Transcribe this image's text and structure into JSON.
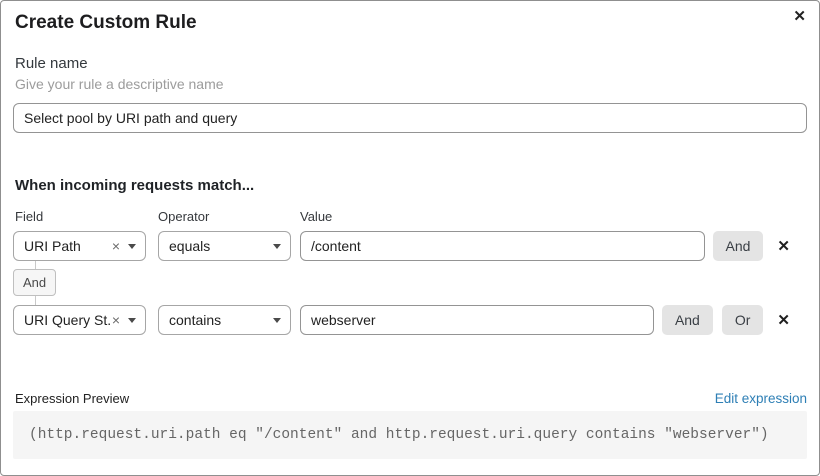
{
  "dialog": {
    "title": "Create Custom Rule"
  },
  "icons": {
    "close": "✕",
    "remove_row": "✕",
    "clear_selection": "×"
  },
  "rule_name": {
    "label": "Rule name",
    "helper": "Give your rule a descriptive name",
    "value": "Select pool by URI path and query"
  },
  "matcher": {
    "heading": "When incoming requests match...",
    "columns": {
      "field": "Field",
      "operator": "Operator",
      "value": "Value"
    },
    "connector": "And",
    "rows": [
      {
        "field": "URI Path",
        "operator": "equals",
        "value": "/content",
        "and_label": "And"
      },
      {
        "field": "URI Query St...",
        "operator": "contains",
        "value": "webserver",
        "and_label": "And",
        "or_label": "Or"
      }
    ]
  },
  "expression": {
    "label": "Expression Preview",
    "edit_link": "Edit expression",
    "code": "(http.request.uri.path eq \"/content\" and http.request.uri.query contains \"webserver\")"
  },
  "colors": {
    "link": "#2e7fb5",
    "button_bg": "#e4e4e4",
    "code_bg": "#f5f5f5",
    "border": "#8f8f8f"
  }
}
